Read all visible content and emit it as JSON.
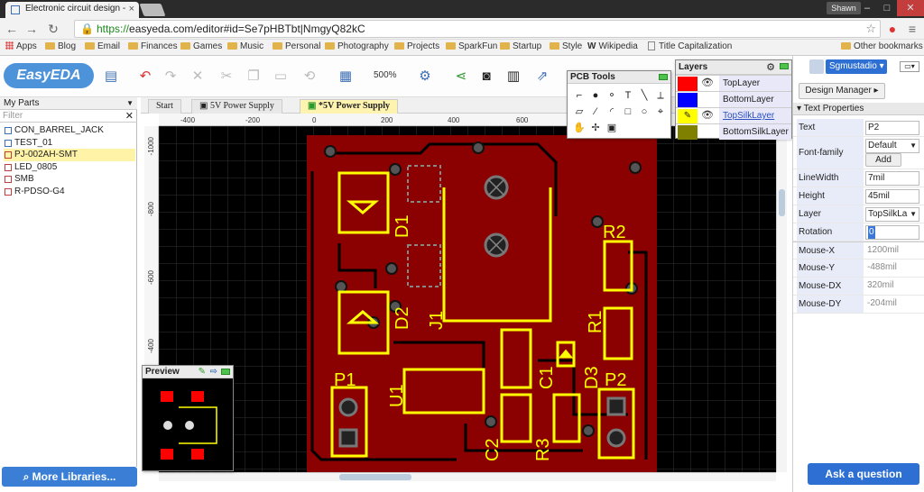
{
  "browser": {
    "tab_title": "Electronic circuit design -",
    "tab_close": "×",
    "user": "Shawn",
    "window_buttons": [
      "–",
      "□",
      "✕"
    ],
    "url_scheme": "https://",
    "url_rest": "easyeda.com/editor#id=Se7pHBTbt|NmgyQ82kC",
    "bookmarks": [
      "Apps",
      "Blog",
      "Email",
      "Finances",
      "Games",
      "Music",
      "Personal",
      "Photography",
      "Projects",
      "SparkFun",
      "Startup",
      "Style",
      "Wikipedia",
      "Title Capitalization"
    ],
    "other_bookmarks": "Other bookmarks"
  },
  "toolbar": {
    "logo": "EasyEDA",
    "zoom": "500%"
  },
  "left_panel": {
    "title": "My Parts",
    "filter_placeholder": "Filter",
    "parts": [
      "CON_BARREL_JACK",
      "TEST_01",
      "PJ-002AH-SMT",
      "LED_0805",
      "SMB",
      "R-PDSO-G4"
    ],
    "selected_part": "PJ-002AH-SMT",
    "more_libraries": "More Libraries..."
  },
  "doc_tabs": [
    "Start",
    "5V Power Supply",
    "*5V Power Supply"
  ],
  "ruler": {
    "h_ticks": [
      "-400",
      "-200",
      "0",
      "200",
      "400",
      "600"
    ],
    "v_ticks": [
      "-1000",
      "-800",
      "-600",
      "-400"
    ]
  },
  "pcb": {
    "designators": [
      "D1",
      "D2",
      "J1",
      "R2",
      "R1",
      "U1",
      "C1",
      "D3",
      "P1",
      "P2",
      "C2",
      "R3"
    ],
    "colors": {
      "board": "#8b0000",
      "silk": "#ffff00",
      "trace": "#000000",
      "background": "#000000",
      "grid": "#333333"
    }
  },
  "pcb_tools": {
    "title": "PCB Tools",
    "icons": [
      "track-icon",
      "pad-icon",
      "via-icon",
      "text-icon",
      "line-icon",
      "dimension-icon",
      "polygon-icon",
      "arc-icon",
      "circle-arc-icon",
      "rect-icon",
      "circle-icon",
      "select-icon",
      "pan-icon",
      "hole-icon",
      "image-icon"
    ],
    "glyphs": [
      "⌐",
      "●",
      "⚬",
      "T",
      "╲",
      "⟂",
      "▱",
      "⁄",
      "◜",
      "□",
      "○",
      "⌖",
      "✋",
      "✢",
      "▣"
    ]
  },
  "layers": {
    "title": "Layers",
    "items": [
      {
        "name": "TopLayer",
        "color": "#ff0000",
        "visible": true
      },
      {
        "name": "BottomLayer",
        "color": "#0000ff",
        "visible": false
      },
      {
        "name": "TopSilkLayer",
        "color": "#ffff00",
        "visible": true,
        "active": true
      },
      {
        "name": "BottomSilkLayer",
        "color": "#808000",
        "visible": false
      }
    ]
  },
  "preview": {
    "title": "Preview"
  },
  "right_panel": {
    "user": "Sgmustadio",
    "design_manager": "Design Manager",
    "section_title": "Text Properties",
    "text_label": "Text",
    "text_value": "P2",
    "font_label": "Font-family",
    "font_value": "Default",
    "add_label": "Add",
    "linewidth_label": "LineWidth",
    "linewidth_value": "7mil",
    "height_label": "Height",
    "height_value": "45mil",
    "layer_label": "Layer",
    "layer_value": "TopSilkLa",
    "rotation_label": "Rotation",
    "rotation_value": "0",
    "mousex_label": "Mouse-X",
    "mousex_value": "1200mil",
    "mousey_label": "Mouse-Y",
    "mousey_value": "-488mil",
    "mousedx_label": "Mouse-DX",
    "mousedx_value": "320mil",
    "mousedy_label": "Mouse-DY",
    "mousedy_value": "-204mil",
    "ask_question": "Ask a question"
  }
}
